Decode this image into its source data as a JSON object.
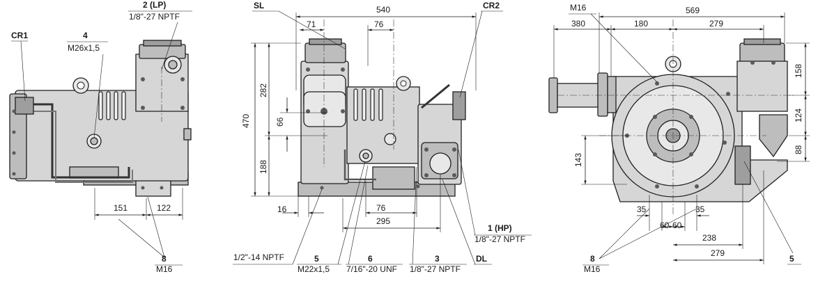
{
  "colors": {
    "line": "#1a1a1a",
    "metal_light": "#d6d6d6",
    "metal_mid": "#bdbdbd",
    "metal_dark": "#9e9e9e",
    "background": "#ffffff"
  },
  "views": {
    "left": {
      "callouts": {
        "cr1": "CR1",
        "p4_num": "4",
        "p4_spec": "M26x1,5",
        "p2_num": "2 (LP)",
        "p2_spec": "1/8\"-27 NPTF",
        "p8_num": "8",
        "p8_spec": "M16"
      },
      "dims": {
        "d151": "151",
        "d122": "122"
      }
    },
    "middle": {
      "callouts": {
        "sl": "SL",
        "cr2": "CR2",
        "npt": "1/2\"-14 NPTF",
        "p5_num": "5",
        "p5_spec": "M22x1,5",
        "p6_num": "6",
        "p6_spec": "7/16\"-20 UNF",
        "p3_num": "3",
        "p3_spec": "1/8\"-27 NPTF",
        "p1_num": "1 (HP)",
        "p1_spec": "1/8\"-27 NPTF",
        "dl": "DL"
      },
      "dims": {
        "d540": "540",
        "d71": "71",
        "d76a": "76",
        "d470": "470",
        "d282": "282",
        "d66": "66",
        "d188": "188",
        "d16": "16",
        "d76b": "76",
        "d295": "295"
      }
    },
    "right": {
      "callouts": {
        "m16top": "M16",
        "p8_num": "8",
        "p8_spec": "M16",
        "p5_num": "5"
      },
      "dims": {
        "d569": "569",
        "d380": "380",
        "d180": "180",
        "d279a": "279",
        "d158": "158",
        "d124": "124",
        "d88": "88",
        "d143": "143",
        "d35a": "35",
        "d35b": "35",
        "d60a": "60",
        "d60b": "60",
        "d238": "238",
        "d279b": "279"
      }
    }
  }
}
